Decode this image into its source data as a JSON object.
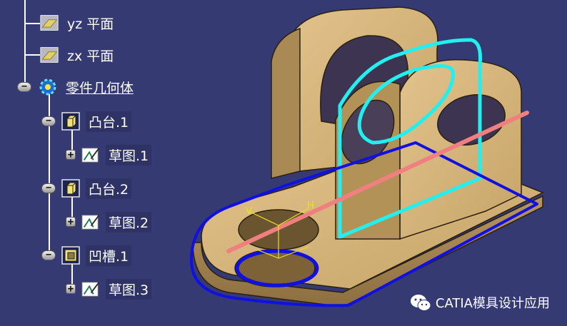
{
  "tree": {
    "items": [
      {
        "label": "yz 平面",
        "icon": "plane-icon"
      },
      {
        "label": "zx 平面",
        "icon": "plane-icon"
      },
      {
        "label": "零件几何体",
        "icon": "part-body-icon"
      },
      {
        "label": "凸台.1",
        "icon": "pad-icon"
      },
      {
        "label": "草图.1",
        "icon": "sketch-icon"
      },
      {
        "label": "凸台.2",
        "icon": "pad-icon"
      },
      {
        "label": "草图.2",
        "icon": "sketch-icon"
      },
      {
        "label": "凹槽.1",
        "icon": "pocket-icon"
      },
      {
        "label": "草图.3",
        "icon": "sketch-icon"
      }
    ]
  },
  "viewport": {
    "axis_labels": {
      "v": "V",
      "h": "H"
    }
  },
  "watermark": {
    "text": "CATIA模具设计应用",
    "icon": "wechat-icon"
  },
  "colors": {
    "background": "#353a73",
    "part": "#c9a770",
    "sketch_cyan": "#22f0f0",
    "sketch_blue": "#1010e0",
    "axis_pink": "#f08080",
    "axis_yellow": "#e6e21e"
  }
}
